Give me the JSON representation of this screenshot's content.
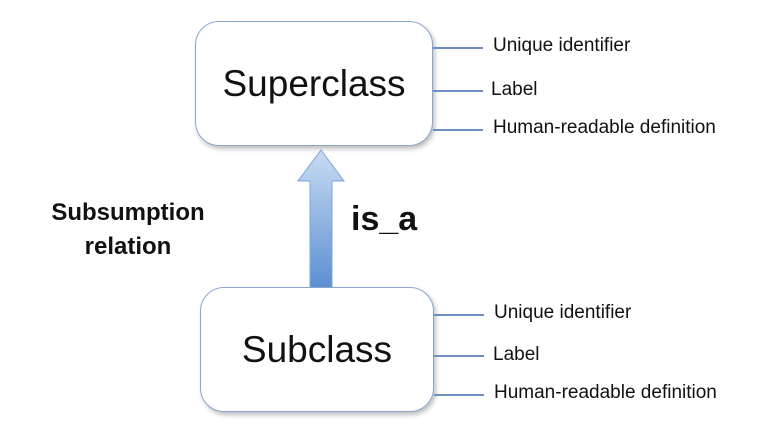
{
  "superclass": {
    "title": "Superclass",
    "properties": [
      "Unique identifier",
      "Label",
      "Human-readable definition"
    ]
  },
  "subclass": {
    "title": "Subclass",
    "properties": [
      "Unique identifier",
      "Label",
      "Human-readable definition"
    ]
  },
  "relation": {
    "name_line1": "Subsumption",
    "name_line2": "relation",
    "label": "is_a"
  },
  "colors": {
    "box_border": "#8aa6cf",
    "arrow_top": "#c9dcf3",
    "arrow_bottom": "#5b8fd2",
    "connector": "#6f8fc4"
  }
}
